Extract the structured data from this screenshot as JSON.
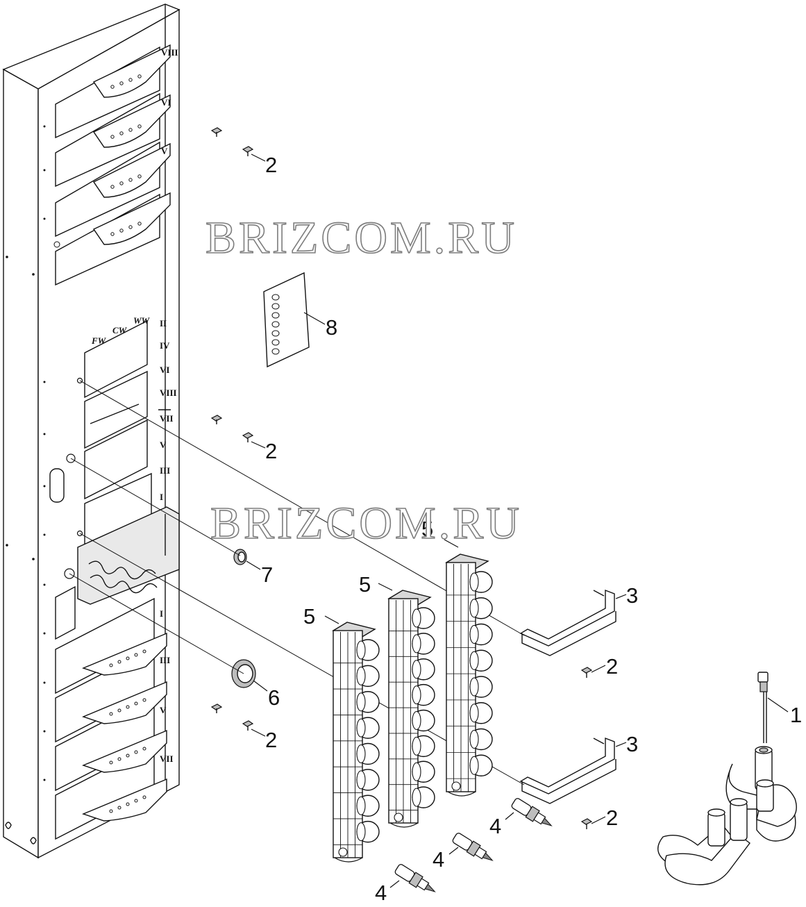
{
  "watermarks": [
    "BRIZCOM.RU",
    "BRIZCOM.RU"
  ],
  "panel_labels": [
    "FW",
    "CW",
    "WW"
  ],
  "roman_labels_upper": [
    "VIII",
    "VI",
    "V"
  ],
  "roman_labels_middle": [
    "II",
    "IV",
    "VI",
    "VIII",
    "VII",
    "V",
    "III",
    "I"
  ],
  "roman_labels_lower": [
    "I",
    "III",
    "V",
    "VII"
  ],
  "callouts": [
    {
      "id": "2",
      "label": "2"
    },
    {
      "id": "8",
      "label": "8"
    },
    {
      "id": "2",
      "label": "2"
    },
    {
      "id": "7",
      "label": "7"
    },
    {
      "id": "5",
      "label": "5"
    },
    {
      "id": "5",
      "label": "5"
    },
    {
      "id": "5",
      "label": "5"
    },
    {
      "id": "3",
      "label": "3"
    },
    {
      "id": "2",
      "label": "2"
    },
    {
      "id": "6",
      "label": "6"
    },
    {
      "id": "1",
      "label": "1"
    },
    {
      "id": "2",
      "label": "2"
    },
    {
      "id": "3",
      "label": "3"
    },
    {
      "id": "2",
      "label": "2"
    },
    {
      "id": "4",
      "label": "4"
    },
    {
      "id": "4",
      "label": "4"
    },
    {
      "id": "4",
      "label": "4"
    }
  ],
  "colors": {
    "line": "#111111",
    "watermark_stroke": "#7d7d7d",
    "background": "#ffffff"
  }
}
